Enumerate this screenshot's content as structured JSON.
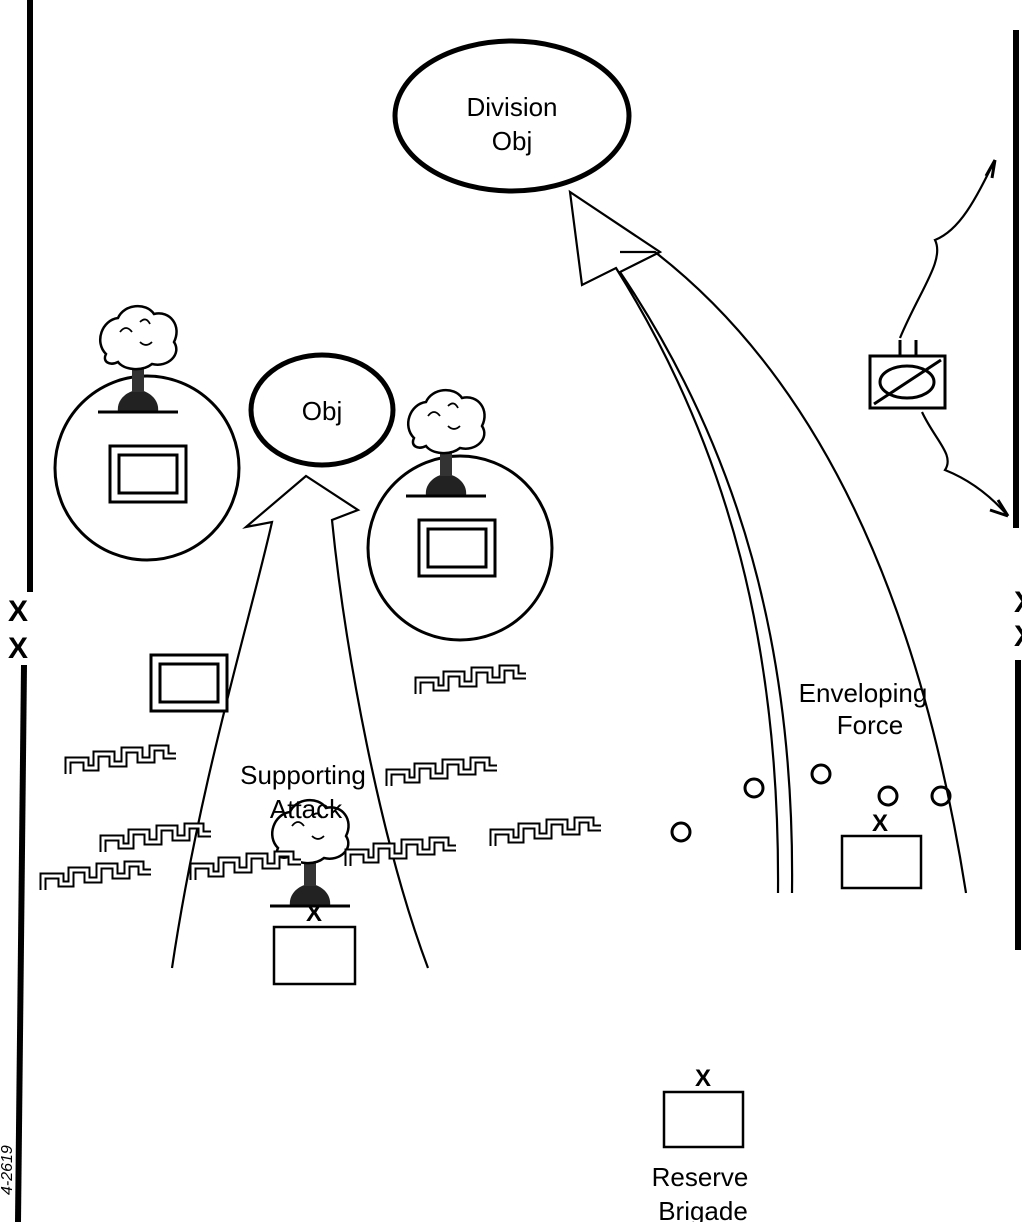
{
  "labels": {
    "division_obj_line1": "Division",
    "division_obj_line2": "Obj",
    "obj": "Obj",
    "supporting_line1": "Supporting",
    "supporting_line2": "Attack",
    "enveloping_line1": "Enveloping",
    "enveloping_line2": "Force",
    "reserve_line1": "Reserve",
    "reserve_line2": "Brigade",
    "boundary_symbol": "X",
    "unit_symbol": "X",
    "figure_number": "4-2619"
  },
  "icons": {
    "nuclear_burst": "mushroom-cloud-icon",
    "unit": "unit-box-icon",
    "obstacle": "wire-obstacle-icon",
    "armored": "armored-unit-icon"
  }
}
